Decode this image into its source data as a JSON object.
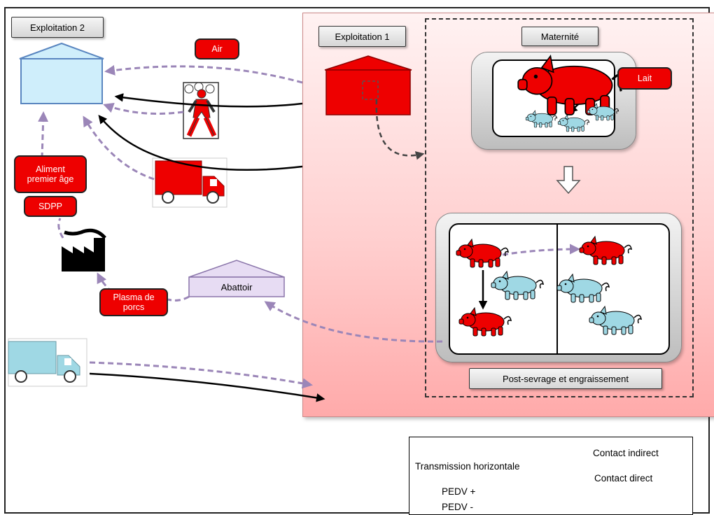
{
  "labels": {
    "exploitation2": "Exploitation 2",
    "exploitation1": "Exploitation 1",
    "air": "Air",
    "maternite": "Maternité",
    "lait": "Lait",
    "aliment": "Aliment premier âge",
    "sdpp": "SDPP",
    "abattoir": "Abattoir",
    "plasma": "Plasma de porcs",
    "post_sevrage": "Post-sevrage et engraissement"
  },
  "legend": {
    "transmission": "Transmission horizontale",
    "indirect": "Contact indirect",
    "direct": "Contact direct",
    "pedv_pos": "PEDV +",
    "pedv_neg": "PEDV -"
  },
  "colors": {
    "pedv_positive": "#ee0000",
    "pedv_negative": "#9fd8e4",
    "indirect_arrow": "#9b86b8",
    "direct_arrow": "#000000",
    "farm2_fill": "#cfeefb",
    "abattoir_fill": "#e7dcf3"
  },
  "icons": {
    "farm2": "building-icon",
    "farm1": "building-icon",
    "person": "walking-person-icon",
    "truck_red": "truck-icon",
    "truck_blue": "truck-icon",
    "factory": "factory-icon",
    "pig": "pig-icon"
  }
}
